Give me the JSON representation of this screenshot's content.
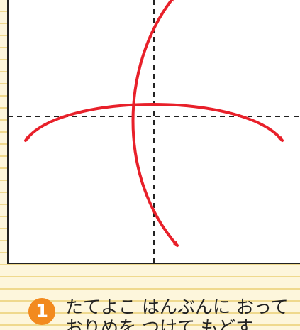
{
  "caption": {
    "step_number": "1",
    "lines": [
      "たてよこ はんぶんに おって",
      "おりめを つけて もどす"
    ]
  },
  "colors": {
    "paper_background": "#fdf6dc",
    "paper_lines": "#efd98e",
    "sheet_fill": "#ffffff",
    "sheet_border": "#222222",
    "crease_line": "#222222",
    "arrow": "#e8202a",
    "step_badge": "#f28a1e"
  },
  "icons": {
    "fold_arrows": "curved-double-headed-arrow",
    "step_badge": "circled-number"
  }
}
